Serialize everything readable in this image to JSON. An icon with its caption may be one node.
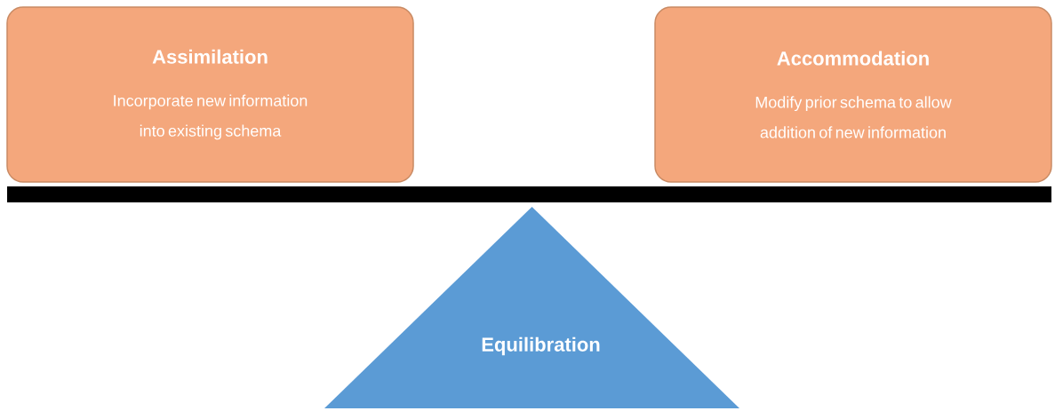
{
  "diagram": {
    "nodes": [
      {
        "text": [
          "Assimilation",
          "Incorporate new information into existing schema"
        ]
      },
      {
        "text": [
          "Accommodation",
          "Modify prior schema to allow addition of new information"
        ]
      },
      {
        "text": [],
        "shape": "bar"
      },
      {
        "text": [
          "Equilibration"
        ]
      }
    ]
  }
}
